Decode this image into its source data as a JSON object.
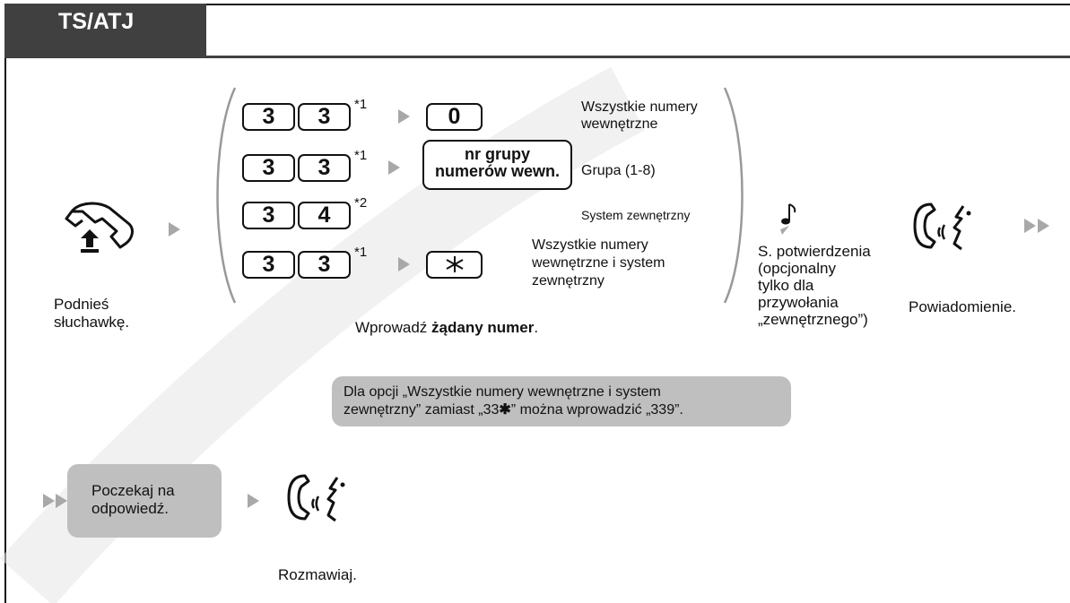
{
  "header": {
    "tag": "TS/ATJ"
  },
  "step1": {
    "label_line1": "Podnieś",
    "label_line2": "słuchawkę."
  },
  "rows": [
    {
      "key1": "3",
      "key2": "3",
      "sup": "*1",
      "target": "0",
      "desc_line1": "Wszystkie numery",
      "desc_line2": "wewnętrzne"
    },
    {
      "key1": "3",
      "key2": "3",
      "sup": "*1",
      "target_line1": "nr grupy",
      "target_line2": "numerów wewn.",
      "desc": "Grupa (1-8)"
    },
    {
      "key1": "3",
      "key2": "4",
      "sup": "*2",
      "desc": "System zewnętrzny"
    },
    {
      "key1": "3",
      "key2": "3",
      "sup": "*1",
      "desc_line1": "Wszystkie numery",
      "desc_line2": "wewnętrzne i system",
      "desc_line3": "zewnętrzny"
    }
  ],
  "enter": {
    "prefix": "Wprowadź ",
    "bold": "żądany numer",
    "suffix": "."
  },
  "confirm": {
    "line1": "S. potwierdzenia",
    "line2": "(opcjonalny",
    "line3": "tylko dla",
    "line4": "przywołania",
    "line5": "„zewnętrznego”)"
  },
  "announce": {
    "label": "Powiadomienie."
  },
  "note": {
    "line1": "Dla opcji „Wszystkie numery wewnętrzne i system",
    "line2": "zewnętrzny”  zamiast „33",
    "line2_star": "✱",
    "line2_rest": "” można wprowadzić „339”."
  },
  "wait": {
    "line1": "Poczekaj na",
    "line2": "odpowiedź."
  },
  "talk": {
    "label": "Rozmawiaj."
  },
  "icons": {
    "handset": "handset-lift-icon",
    "speak": "speaking-icon",
    "tone": "music-note-icon",
    "arrow": "arrow-icon",
    "star": "star-key-icon"
  }
}
